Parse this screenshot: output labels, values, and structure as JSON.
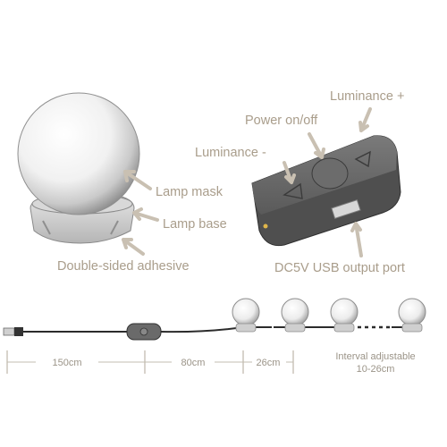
{
  "labels": {
    "luminance_plus": "Luminance +",
    "power": "Power on/off",
    "luminance_minus": "Luminance -",
    "lamp_mask": "Lamp mask",
    "lamp_base": "Lamp base",
    "adhesive": "Double-sided adhesive",
    "usb_port": "DC5V USB output port"
  },
  "dimensions": {
    "seg1": "150cm",
    "seg2": "80cm",
    "seg3": "26cm",
    "interval_line1": "Interval adjustable",
    "interval_line2": "10-26cm"
  },
  "colors": {
    "label": "#a99d8b",
    "arrow": "#c9c0b2",
    "switch_body": "#5f5f5f",
    "cable": "#2b2b2b"
  }
}
